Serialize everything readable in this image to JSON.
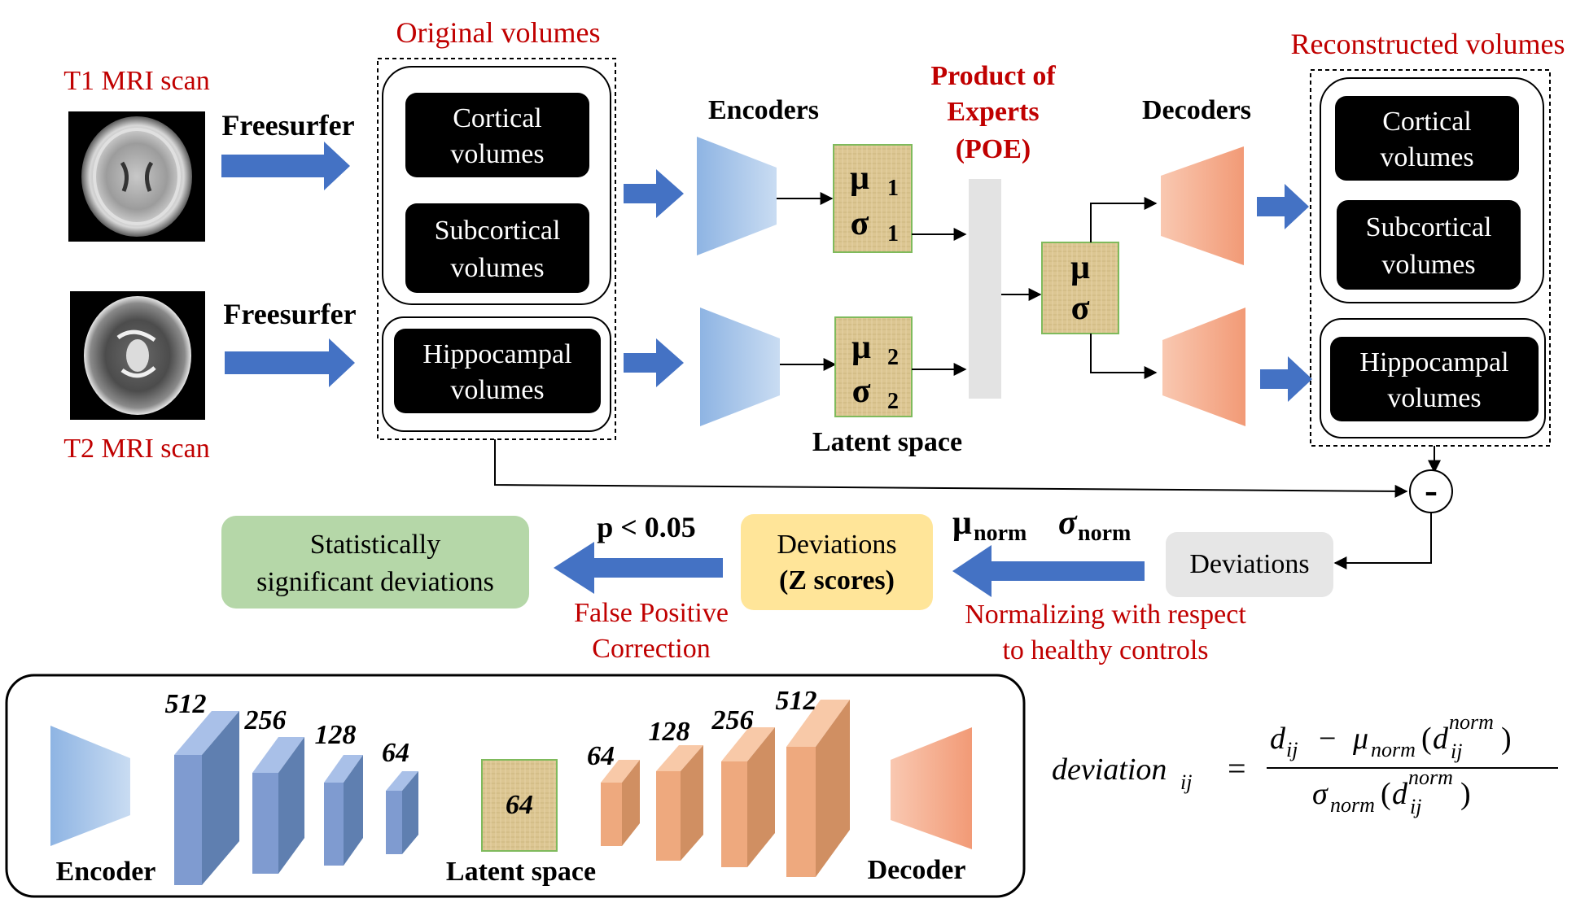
{
  "inputs": {
    "t1_label": "T1 MRI scan",
    "t2_label": "T2 MRI scan",
    "freesurfer_top": "Freesurfer",
    "freesurfer_bottom": "Freesurfer"
  },
  "original": {
    "title": "Original volumes",
    "cortical": [
      "Cortical",
      "volumes"
    ],
    "subcortical": [
      "Subcortical",
      "volumes"
    ],
    "hippocampal": [
      "Hippocampal",
      "volumes"
    ]
  },
  "encoders_label": "Encoders",
  "latent": {
    "mu1": "μ",
    "mu1_sub": "1",
    "sigma1": "σ",
    "sigma1_sub": "1",
    "mu2": "μ",
    "mu2_sub": "2",
    "sigma2": "σ",
    "sigma2_sub": "2",
    "label": "Latent space"
  },
  "poe": [
    "Product of",
    "Experts",
    "(POE)"
  ],
  "joint": {
    "mu": "μ",
    "sigma": "σ"
  },
  "decoders_label": "Decoders",
  "reconstructed": {
    "title": "Reconstructed volumes",
    "cortical": [
      "Cortical",
      "volumes"
    ],
    "subcortical": [
      "Subcortical",
      "volumes"
    ],
    "hippocampal": [
      "Hippocampal",
      "volumes"
    ]
  },
  "minus_symbol": "-",
  "bottom_flow": {
    "deviations_raw": "Deviations",
    "mu_norm": "μ",
    "mu_norm_sub": "norm",
    "sigma_norm": "σ",
    "sigma_norm_sub": "norm",
    "normalizing": [
      "Normalizing with respect",
      "to healthy controls"
    ],
    "deviations_z": [
      "Deviations",
      "(Z scores)"
    ],
    "pvalue": "p < 0.05",
    "fpc": [
      "False Positive",
      "Correction"
    ],
    "significant": [
      "Statistically",
      "significant deviations"
    ]
  },
  "architecture": {
    "encoder_label": "Encoder",
    "decoder_label": "Decoder",
    "latent_label": "Latent space",
    "encoder_layers": [
      "512",
      "256",
      "128",
      "64"
    ],
    "latent_size": "64",
    "decoder_layers": [
      "64",
      "128",
      "256",
      "512"
    ]
  },
  "formula": {
    "lhs": "deviation",
    "lhs_sub": "ij",
    "eq": "=",
    "num_d": "d",
    "num_d_sub": "ij",
    "num_minus": "−",
    "num_mu": "μ",
    "num_mu_sub": "norm",
    "num_open": "(",
    "num_d2": "d",
    "num_d2_sup": "norm",
    "num_d2_sub": "ij",
    "num_close": ")",
    "den_sigma": "σ",
    "den_sigma_sub": "norm",
    "den_open": "(",
    "den_d": "d",
    "den_d_sup": "norm",
    "den_d_sub": "ij",
    "den_close": ")"
  },
  "colors": {
    "red": "#c00000",
    "arrow_blue": "#4472c4",
    "encoder_blue": "#8eb4e3",
    "decoder_orange": "#f4a582",
    "latent_tan": "#dcc692",
    "green_box": "#b5d7a8",
    "yellow_box": "#ffe599",
    "gray_box": "#e6e6e6"
  }
}
